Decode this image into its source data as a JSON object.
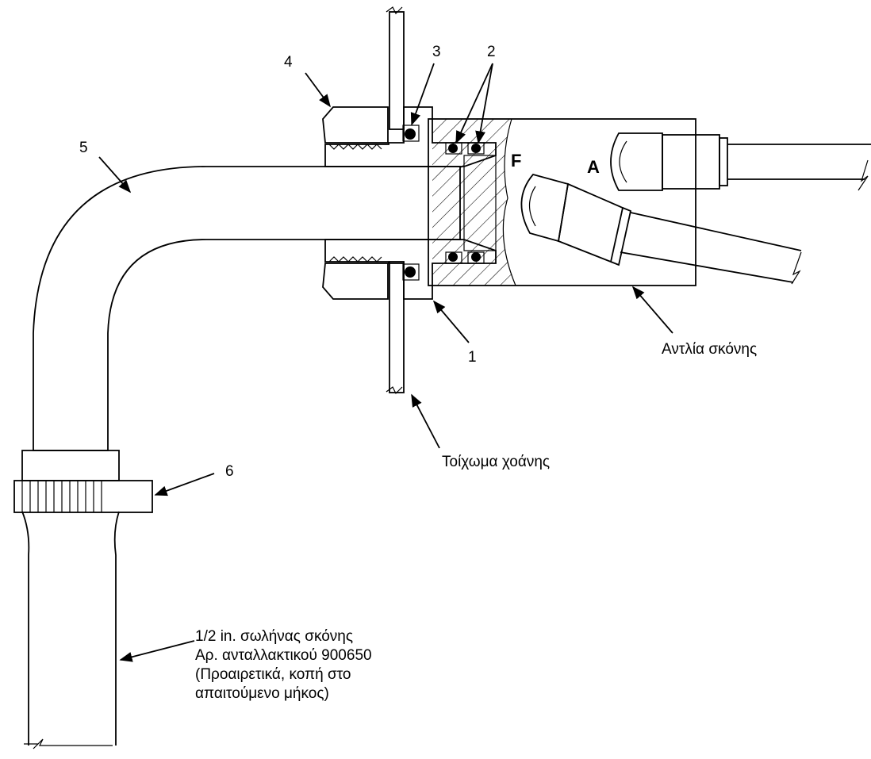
{
  "callouts": {
    "c1": "1",
    "c2": "2",
    "c3": "3",
    "c4": "4",
    "c5": "5",
    "c6": "6"
  },
  "ports": {
    "f": "F",
    "a": "A"
  },
  "labels": {
    "pump": "Αντλία σκόνης",
    "hopper_wall": "Τοίχωμα χοάνης",
    "hose_line1": "1/2 in. σωλήνας σκόνης",
    "hose_line2": "Αρ. ανταλλακτικού 900650",
    "hose_line3": "(Προαιρετικά, κοπή στο",
    "hose_line4": "απαιτούμενο μήκος)"
  },
  "colors": {
    "light_gray": "#d4d4d4",
    "medium_gray": "#b8b8b8",
    "dark_gray": "#6e6e6e",
    "line": "#000000"
  }
}
